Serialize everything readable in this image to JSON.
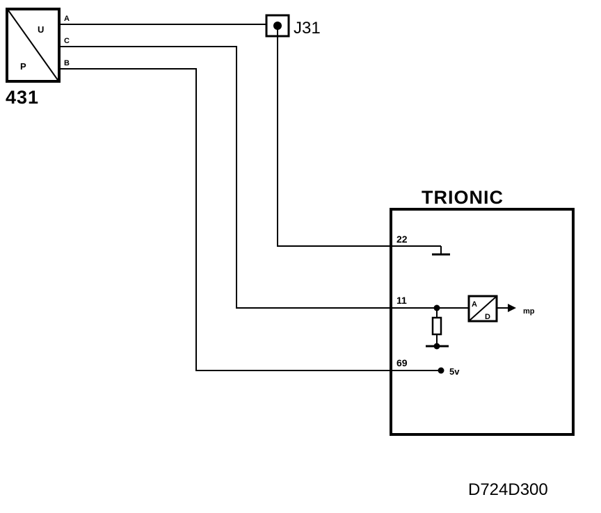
{
  "sensor": {
    "id": "431",
    "symbol_top": "U",
    "symbol_bottom": "P",
    "pins": {
      "a": "A",
      "c": "C",
      "b": "B"
    }
  },
  "connector": {
    "id": "J31"
  },
  "ecu": {
    "name": "TRIONIC",
    "pins": {
      "p22": "22",
      "p11": "11",
      "p69": "69"
    },
    "adc": {
      "top": "A",
      "bottom": "D"
    },
    "output": "mp",
    "supply": "5v"
  },
  "drawing_id": "D724D300"
}
